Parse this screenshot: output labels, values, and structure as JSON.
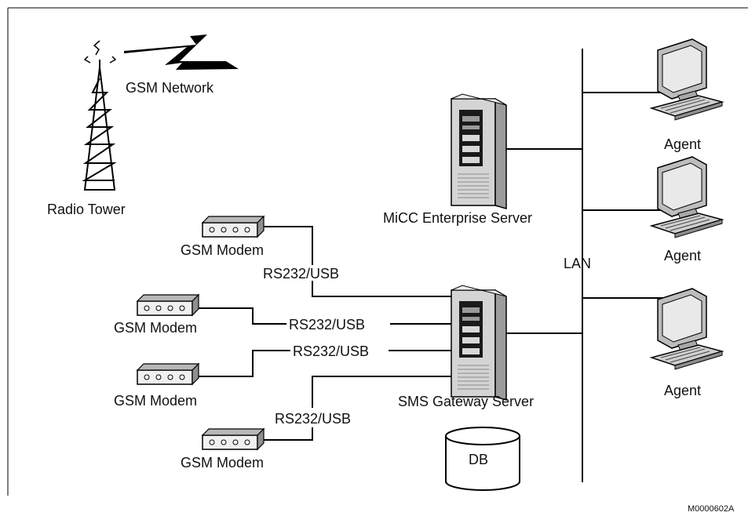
{
  "diagram": {
    "network_label": "GSM Network",
    "tower_label": "Radio Tower",
    "enterprise_server_label": "MiCC Enterprise Server",
    "gateway_server_label": "SMS Gateway Server",
    "lan_label": "LAN",
    "db_label": "DB",
    "figure_id": "M0000602A",
    "modems": [
      {
        "label": "GSM Modem",
        "link": "RS232/USB"
      },
      {
        "label": "GSM Modem",
        "link": "RS232/USB"
      },
      {
        "label": "GSM Modem",
        "link": "RS232/USB"
      },
      {
        "label": "GSM Modem",
        "link": "RS232/USB"
      }
    ],
    "agents": [
      "Agent",
      "Agent",
      "Agent"
    ]
  }
}
